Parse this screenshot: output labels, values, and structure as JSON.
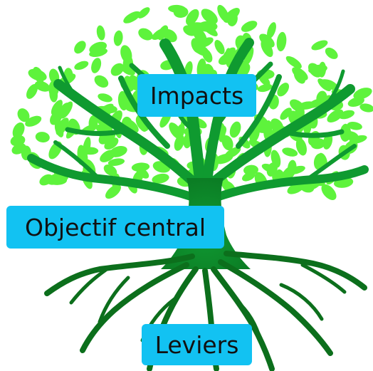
{
  "diagram": {
    "labels": {
      "top": "Impacts",
      "middle": "Objectif central",
      "bottom": "Leviers"
    },
    "colors": {
      "leaf": "#5ef33c",
      "trunk": "#0f9a30",
      "roots": "#0c6f1c",
      "label_background": "#12c2f2",
      "label_text": "#111111"
    },
    "illustration": "tree-with-roots"
  }
}
